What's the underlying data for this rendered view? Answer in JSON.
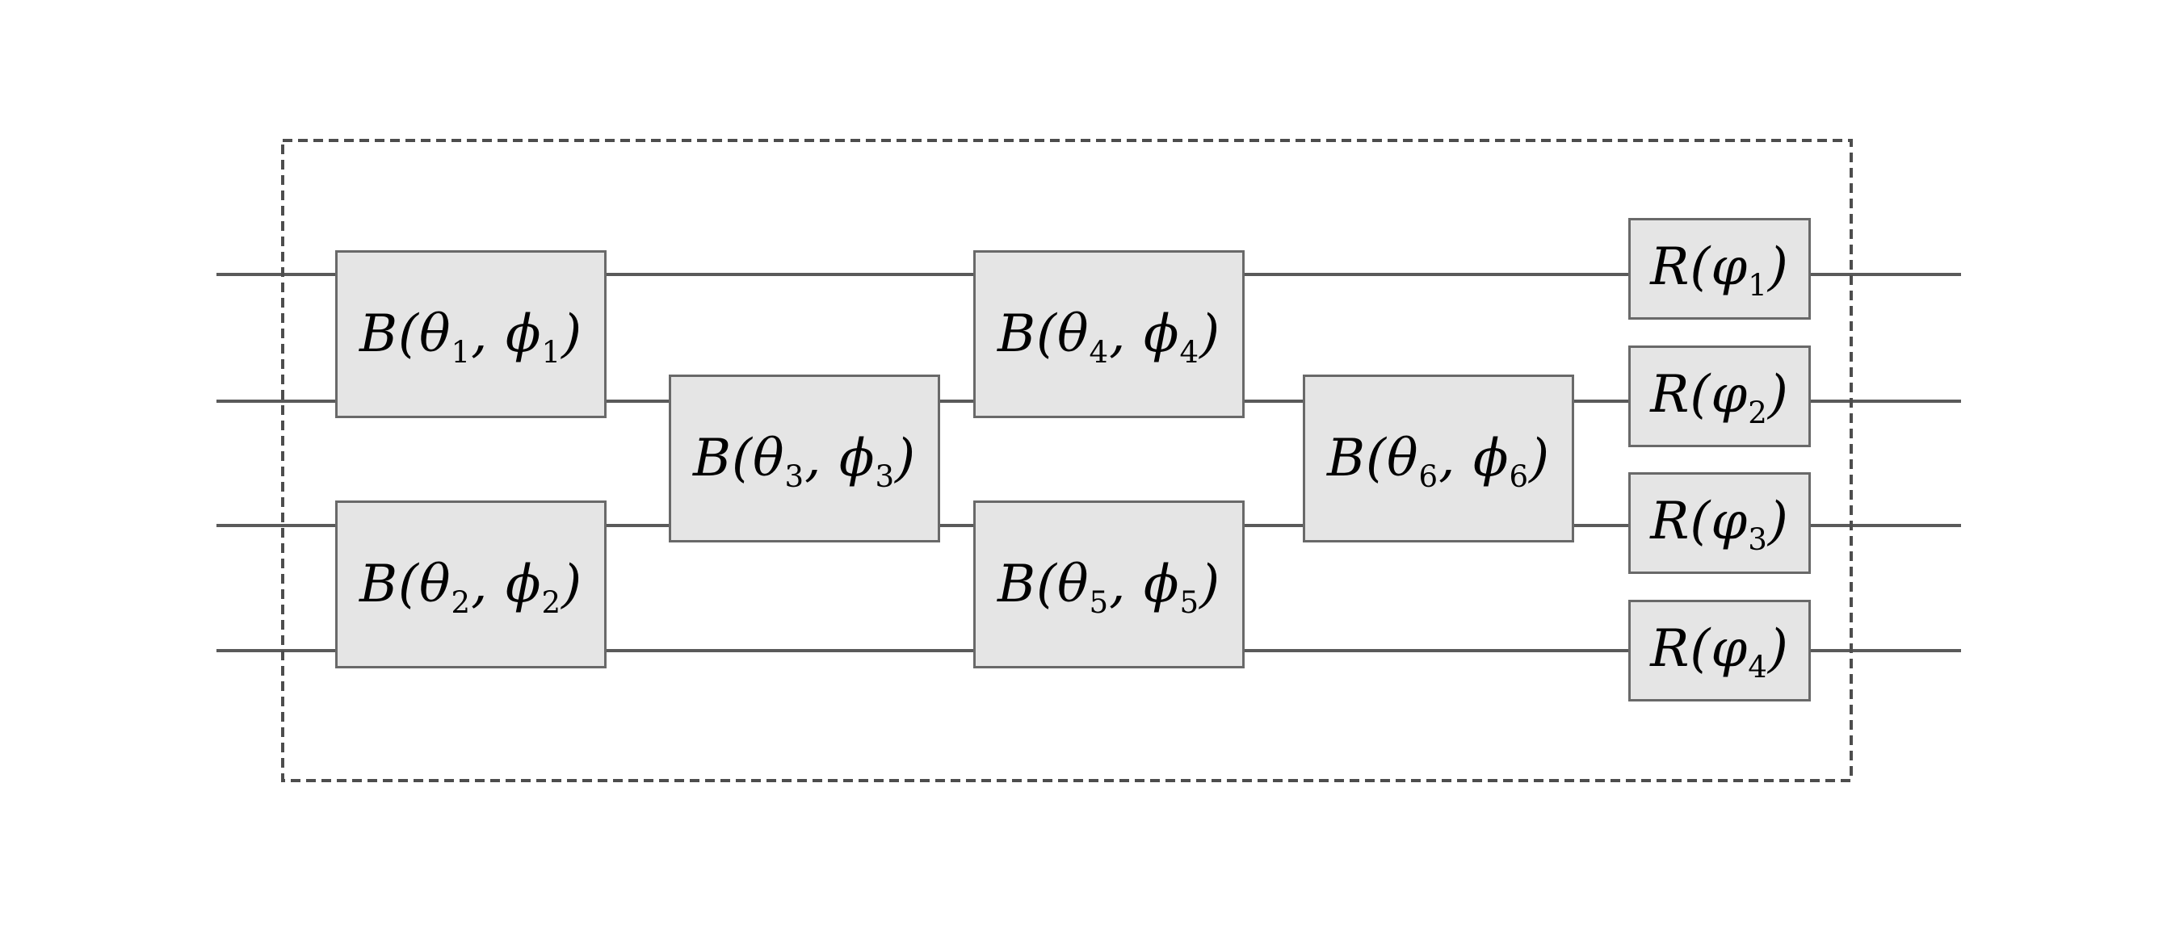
{
  "circuit": {
    "description": "Photonic quantum circuit diagram: 4 optical modes passing through a dashed boundary containing six two-mode beamsplitter gates B(theta_i, phi_i) arranged in a mesh and four single-mode phase rotation gates R(varphi_i) at the output",
    "mode_count": 4,
    "colors": {
      "background": "#ffffff",
      "gate_fill": "#e5e5e5",
      "gate_border": "#696969",
      "wire": "#5a5a5a",
      "boundary": "#4d4d4d",
      "text": "#000000"
    },
    "boundary": {
      "style": "dashed"
    },
    "b_gates": [
      {
        "name": "B1",
        "pre": "B(θ",
        "sub1": "1",
        "sep": ", ϕ",
        "sub2": "1",
        "post": ")",
        "modes": [
          1,
          2
        ]
      },
      {
        "name": "B2",
        "pre": "B(θ",
        "sub1": "2",
        "sep": ", ϕ",
        "sub2": "2",
        "post": ")",
        "modes": [
          3,
          4
        ]
      },
      {
        "name": "B3",
        "pre": "B(θ",
        "sub1": "3",
        "sep": ", ϕ",
        "sub2": "3",
        "post": ")",
        "modes": [
          2,
          3
        ]
      },
      {
        "name": "B4",
        "pre": "B(θ",
        "sub1": "4",
        "sep": ", ϕ",
        "sub2": "4",
        "post": ")",
        "modes": [
          1,
          2
        ]
      },
      {
        "name": "B5",
        "pre": "B(θ",
        "sub1": "5",
        "sep": ", ϕ",
        "sub2": "5",
        "post": ")",
        "modes": [
          3,
          4
        ]
      },
      {
        "name": "B6",
        "pre": "B(θ",
        "sub1": "6",
        "sep": ", ϕ",
        "sub2": "6",
        "post": ")",
        "modes": [
          2,
          3
        ]
      }
    ],
    "r_gates": [
      {
        "name": "R1",
        "pre": "R(φ",
        "sub": "1",
        "post": ")",
        "mode": 1
      },
      {
        "name": "R2",
        "pre": "R(φ",
        "sub": "2",
        "post": ")",
        "mode": 2
      },
      {
        "name": "R3",
        "pre": "R(φ",
        "sub": "3",
        "post": ")",
        "mode": 3
      },
      {
        "name": "R4",
        "pre": "R(φ",
        "sub": "4",
        "post": ")",
        "mode": 4
      }
    ]
  }
}
